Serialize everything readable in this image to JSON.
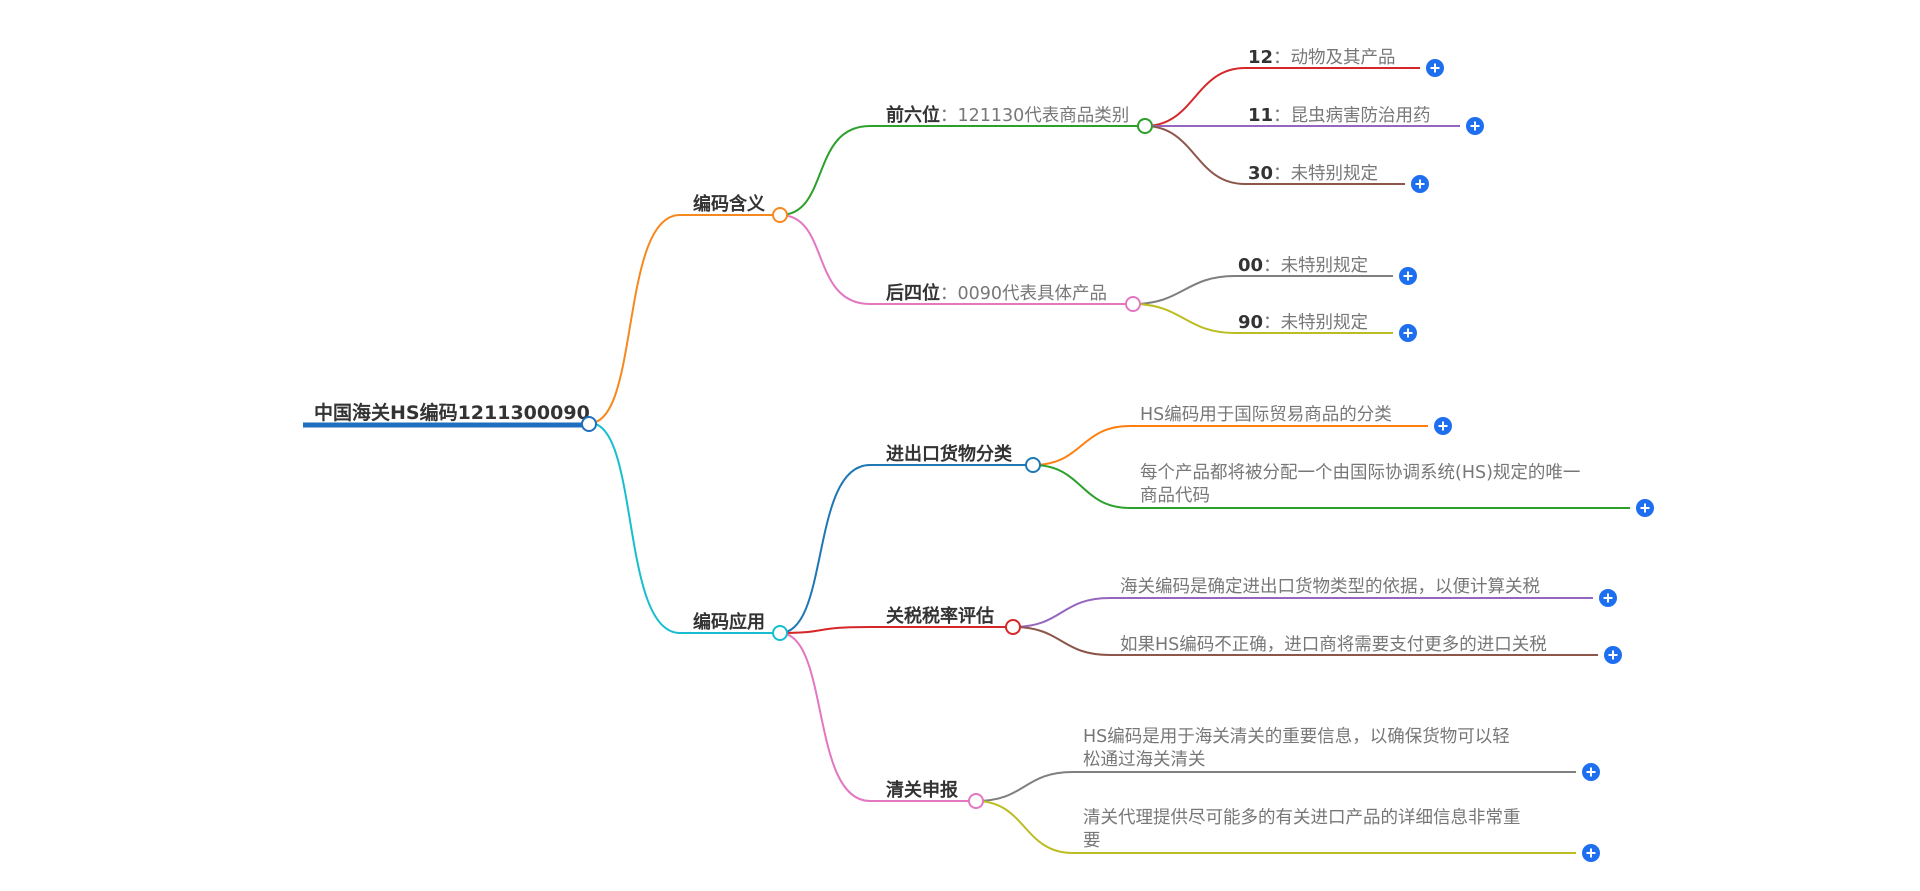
{
  "root": {
    "label": "中国海关HS编码1211300090"
  },
  "branches": [
    {
      "label": "编码含义",
      "color": "#f5891f",
      "children": [
        {
          "label": "前六位",
          "note": "121130代表商品类别",
          "color": "#2ba02b",
          "leaves": [
            {
              "key": "12",
              "text": "动物及其产品",
              "color": "#d62728"
            },
            {
              "key": "11",
              "text": "昆虫病害防治用药",
              "color": "#9467bd"
            },
            {
              "key": "30",
              "text": "未特别规定",
              "color": "#8c564b"
            }
          ]
        },
        {
          "label": "后四位",
          "note": "0090代表具体产品",
          "color": "#e377c2",
          "leaves": [
            {
              "key": "00",
              "text": "未特别规定",
              "color": "#7f7f7f"
            },
            {
              "key": "90",
              "text": "未特别规定",
              "color": "#bcbd22"
            }
          ]
        }
      ]
    },
    {
      "label": "编码应用",
      "color": "#17becf",
      "children": [
        {
          "label": "进出口货物分类",
          "color": "#1f77b4",
          "leaves": [
            {
              "text": "HS编码用于国际贸易商品的分类",
              "color": "#ff7f0e"
            },
            {
              "text_lines": [
                "每个产品都将被分配一个由国际协调系统(HS)规定的唯一",
                "商品代码"
              ],
              "color": "#2ca02c"
            }
          ]
        },
        {
          "label": "关税税率评估",
          "color": "#d62728",
          "leaves": [
            {
              "text": "海关编码是确定进出口货物类型的依据，以便计算关税",
              "color": "#9467bd"
            },
            {
              "text": "如果HS编码不正确，进口商将需要支付更多的进口关税",
              "color": "#8c564b"
            }
          ]
        },
        {
          "label": "清关申报",
          "color": "#e377c2",
          "leaves": [
            {
              "text_lines": [
                "HS编码是用于海关清关的重要信息，以确保货物可以轻",
                "松通过海关清关"
              ],
              "color": "#7f7f7f"
            },
            {
              "text_lines": [
                "清关代理提供尽可能多的有关进口产品的详细信息非常重",
                "要"
              ],
              "color": "#bcbd22"
            }
          ]
        }
      ]
    }
  ],
  "colors": {
    "root_underline": "#1f6fbf",
    "expand_button": "#1e6ff0"
  },
  "icons": {
    "expand": "plus-circle-icon"
  }
}
